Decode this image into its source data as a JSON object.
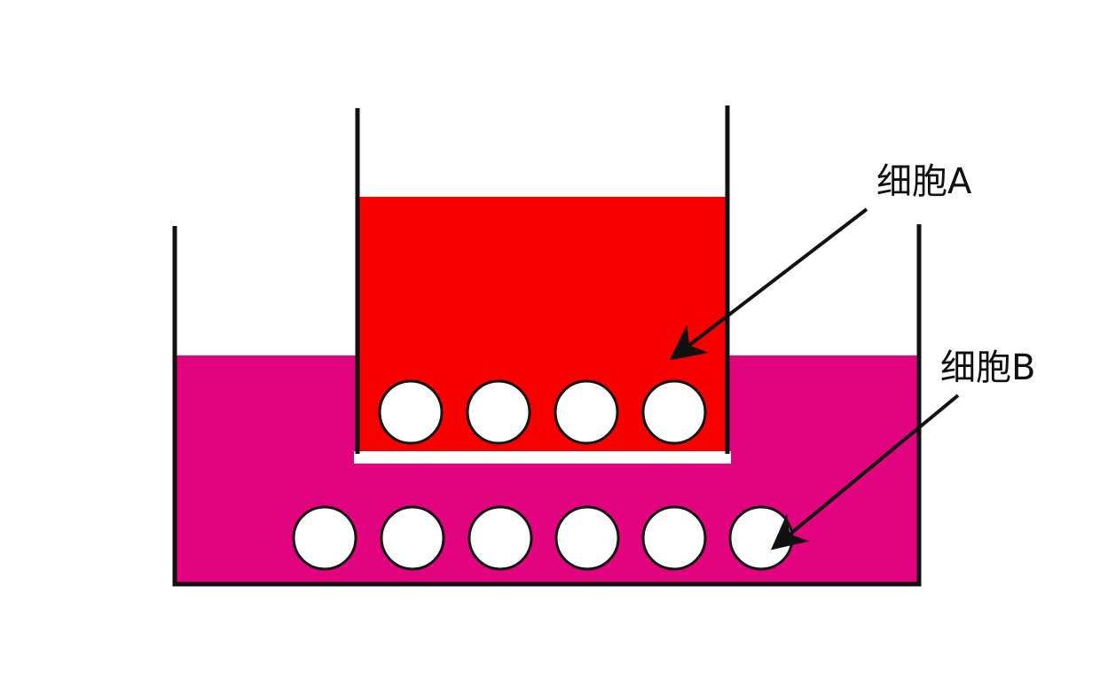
{
  "labels": {
    "cell_a": "细胞A",
    "cell_b": "细胞B"
  },
  "colors": {
    "background": "#ffffff",
    "outer_medium": "#e2037e",
    "inner_medium": "#f70000",
    "cell_fill": "#ffffff",
    "outline": "#111111"
  },
  "cells": {
    "upper_count": 4,
    "lower_count": 6
  }
}
